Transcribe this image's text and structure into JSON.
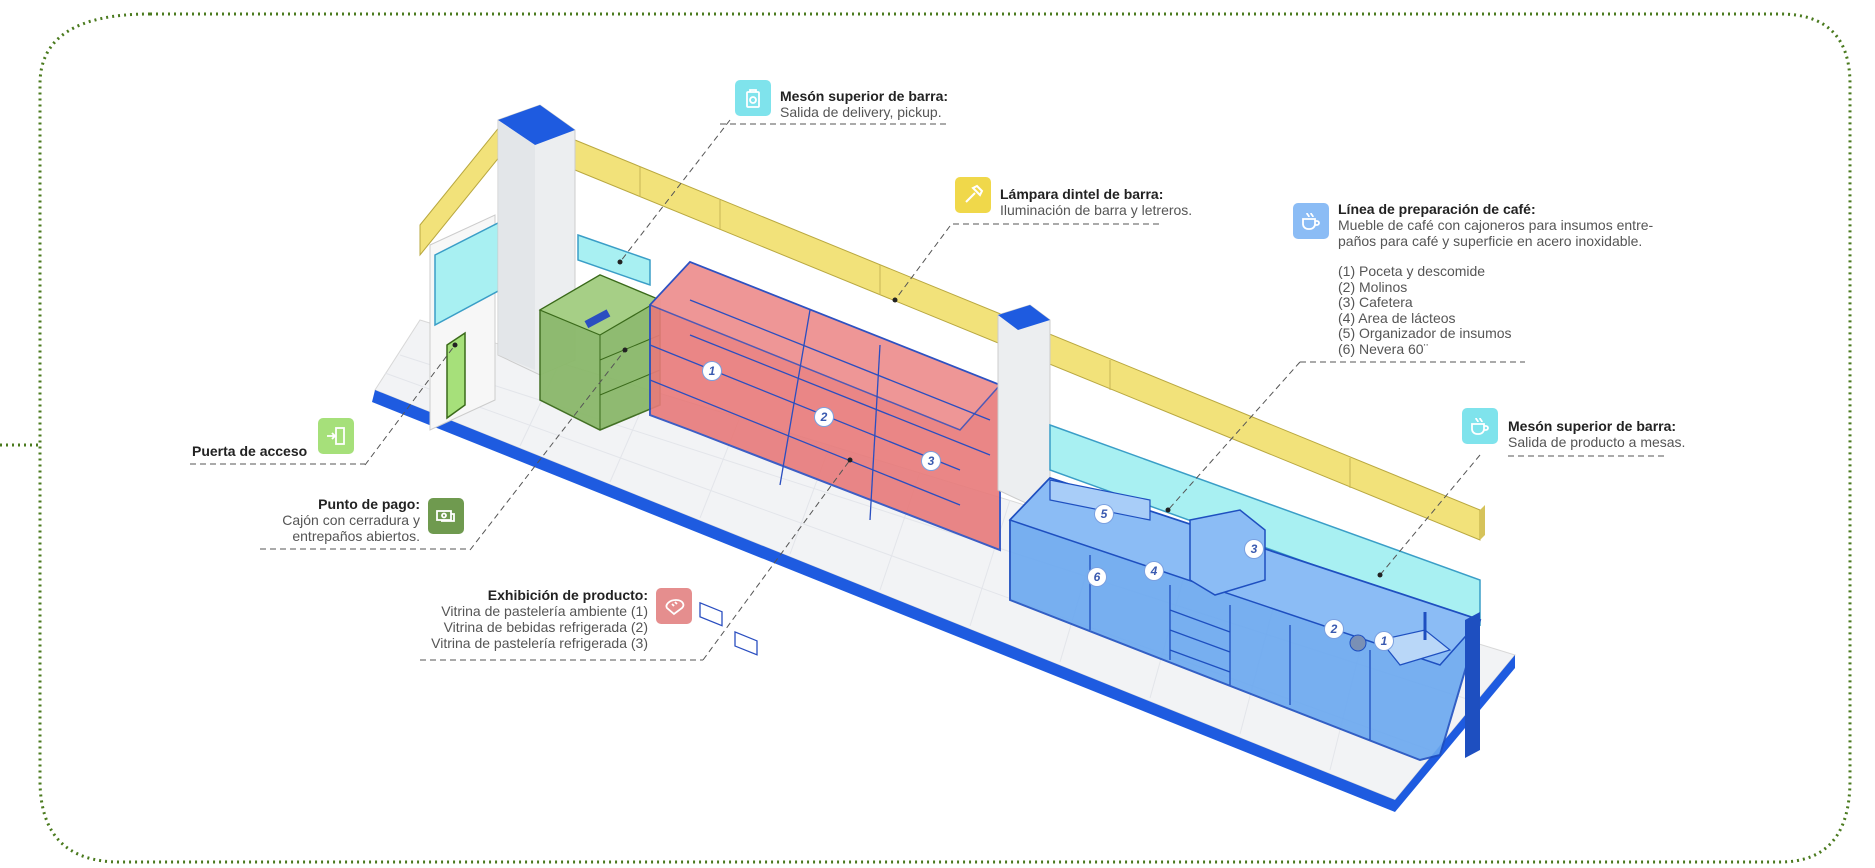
{
  "labels": {
    "meson_pickup": {
      "title": "Mesón superior de barra:",
      "desc": "Salida de delivery, pickup."
    },
    "lampara": {
      "title": "Lámpara dintel de barra:",
      "desc": "Iluminación de barra y letreros."
    },
    "linea_cafe": {
      "title": "Línea de preparación de café:",
      "desc1": "Mueble de café con cajoneros para insumos entre-",
      "desc2": "paños para café y superficie en acero inoxidable.",
      "items": [
        "(1) Poceta y descomide",
        "(2) Molinos",
        "(3) Cafetera",
        "(4) Area de lácteos",
        "(5) Organizador de insumos",
        "(6) Nevera 60¨"
      ]
    },
    "meson_mesas": {
      "title": "Mesón superior de barra:",
      "desc": "Salida de producto a mesas."
    },
    "puerta": {
      "title": "Puerta de acceso"
    },
    "pago": {
      "title": "Punto de pago:",
      "desc1": "Cajón con cerradura y",
      "desc2": "entrepaños abiertos."
    },
    "exhibicion": {
      "title": "Exhibición de producto:",
      "items": [
        "Vitrina de pastelería ambiente (1)",
        "Vitrina de bebidas refrigerada (2)",
        "Vitrina de pastelería refrigerada (3)"
      ]
    }
  },
  "markers": {
    "vitrinas": [
      "1",
      "2",
      "3"
    ],
    "cafe": [
      "1",
      "2",
      "3",
      "4",
      "5",
      "6"
    ]
  },
  "icons": {
    "meson_pickup": "delivery-bag-icon",
    "lampara": "hammer-icon",
    "linea_cafe": "coffee-cup-icon",
    "meson_mesas": "coffee-cup-icon",
    "puerta": "door-exit-icon",
    "pago": "cash-payment-icon",
    "exhibicion": "bread-icon"
  },
  "colors": {
    "frame": "#4a7a1e",
    "floor_edge": "#1e5be0",
    "beam": "#f2e27a",
    "counter_cyan": "#a8f0f2",
    "display_red": "#e87a7a",
    "pay_green": "#8ab86a",
    "coffee_blue": "#6aa8f0",
    "icon_cyan": "#7fe3ec",
    "icon_yellow": "#f0d84a",
    "icon_blue": "#8bbcf5",
    "icon_green_light": "#a6e07a",
    "icon_green_dark": "#6f9a4f",
    "icon_red": "#e58e8e"
  }
}
